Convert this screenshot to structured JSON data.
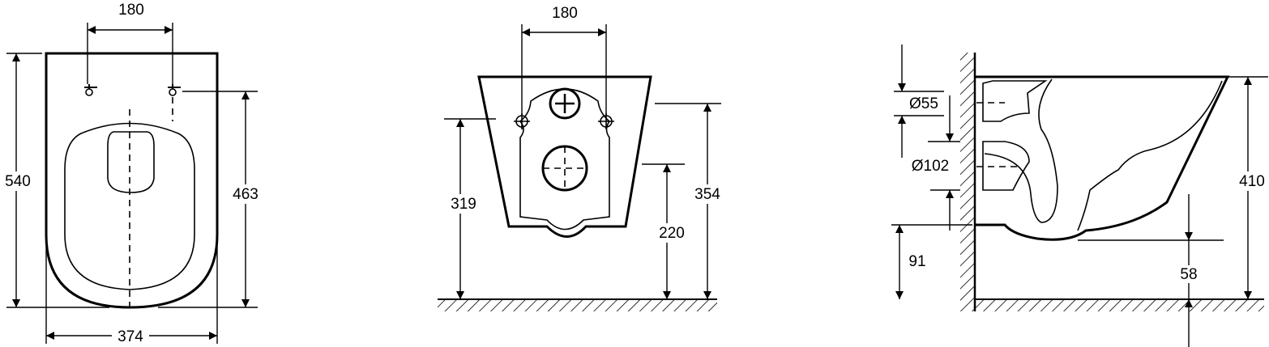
{
  "views": {
    "top": {
      "width_hinges": "180",
      "length": "540",
      "hinge_to_front": "463",
      "width": "374"
    },
    "front": {
      "width_hinges": "180",
      "height_bolts": "319",
      "height_outlet": "220",
      "height_top": "354"
    },
    "side": {
      "inlet_diameter": "Ø55",
      "outlet_diameter": "Ø102",
      "outlet_height": "91",
      "bottom_clearance": "58",
      "height_total": "410"
    }
  },
  "colors": {
    "line": "#000000",
    "background": "#ffffff"
  }
}
